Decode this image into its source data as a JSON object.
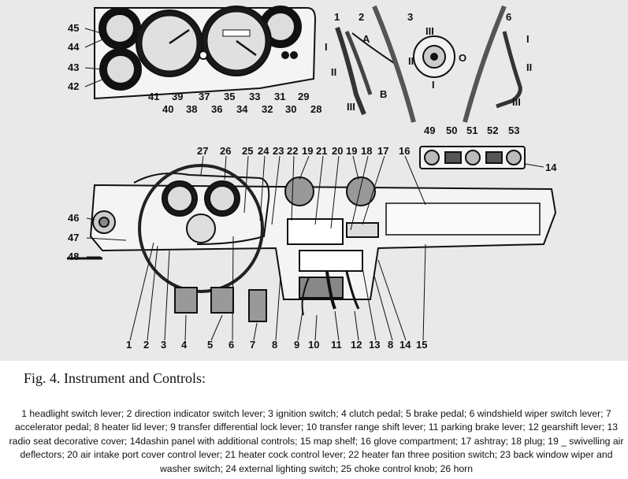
{
  "figure": {
    "caption": "Fig. 4. Instrument and Controls:",
    "legend_text": "1 headlight switch lever; 2 direction indicator switch lever; 3 ignition switch; 4 clutch pedal; 5 brake pedal; 6 windshield wiper switch lever; 7 accelerator pedal; 8 heater lid lever; 9 transfer differential lock lever; 10 transfer range shift lever; 11 parking brake lever; 12 gearshift lever; 13 radio seat decorative cover; 14dashin panel with additional controls; 15 map shelf; 16 glove compartment; 17 ashtray; 18 plug; 19 _ swivelling air deflectors; 20 air intake port cover control lever; 21 heater cock control lever; 22 heater fan three position switch; 23 back window wiper and washer switch; 24 external lighting switch; 25 choke control knob; 26 horn"
  },
  "labels": {
    "top_left": [
      "45",
      "44",
      "43",
      "42",
      "41",
      "40",
      "39",
      "38",
      "37",
      "36",
      "35",
      "34",
      "33",
      "32",
      "31",
      "30",
      "29",
      "28"
    ],
    "ignition": [
      "1",
      "2",
      "A",
      "B",
      "I",
      "II",
      "III",
      "3",
      "III",
      "II",
      "I",
      "O",
      "6",
      "I",
      "II",
      "III"
    ],
    "panel": [
      "49",
      "50",
      "51",
      "52",
      "53",
      "14"
    ],
    "dash_top": [
      "27",
      "26",
      "25",
      "24",
      "23",
      "22",
      "19",
      "21",
      "20",
      "19",
      "18",
      "17",
      "16"
    ],
    "dash_left": [
      "46",
      "47",
      "48"
    ],
    "dash_bottom": [
      "1",
      "2",
      "3",
      "4",
      "5",
      "6",
      "7",
      "8",
      "9",
      "10",
      "11",
      "12",
      "13",
      "8",
      "14",
      "15"
    ]
  }
}
